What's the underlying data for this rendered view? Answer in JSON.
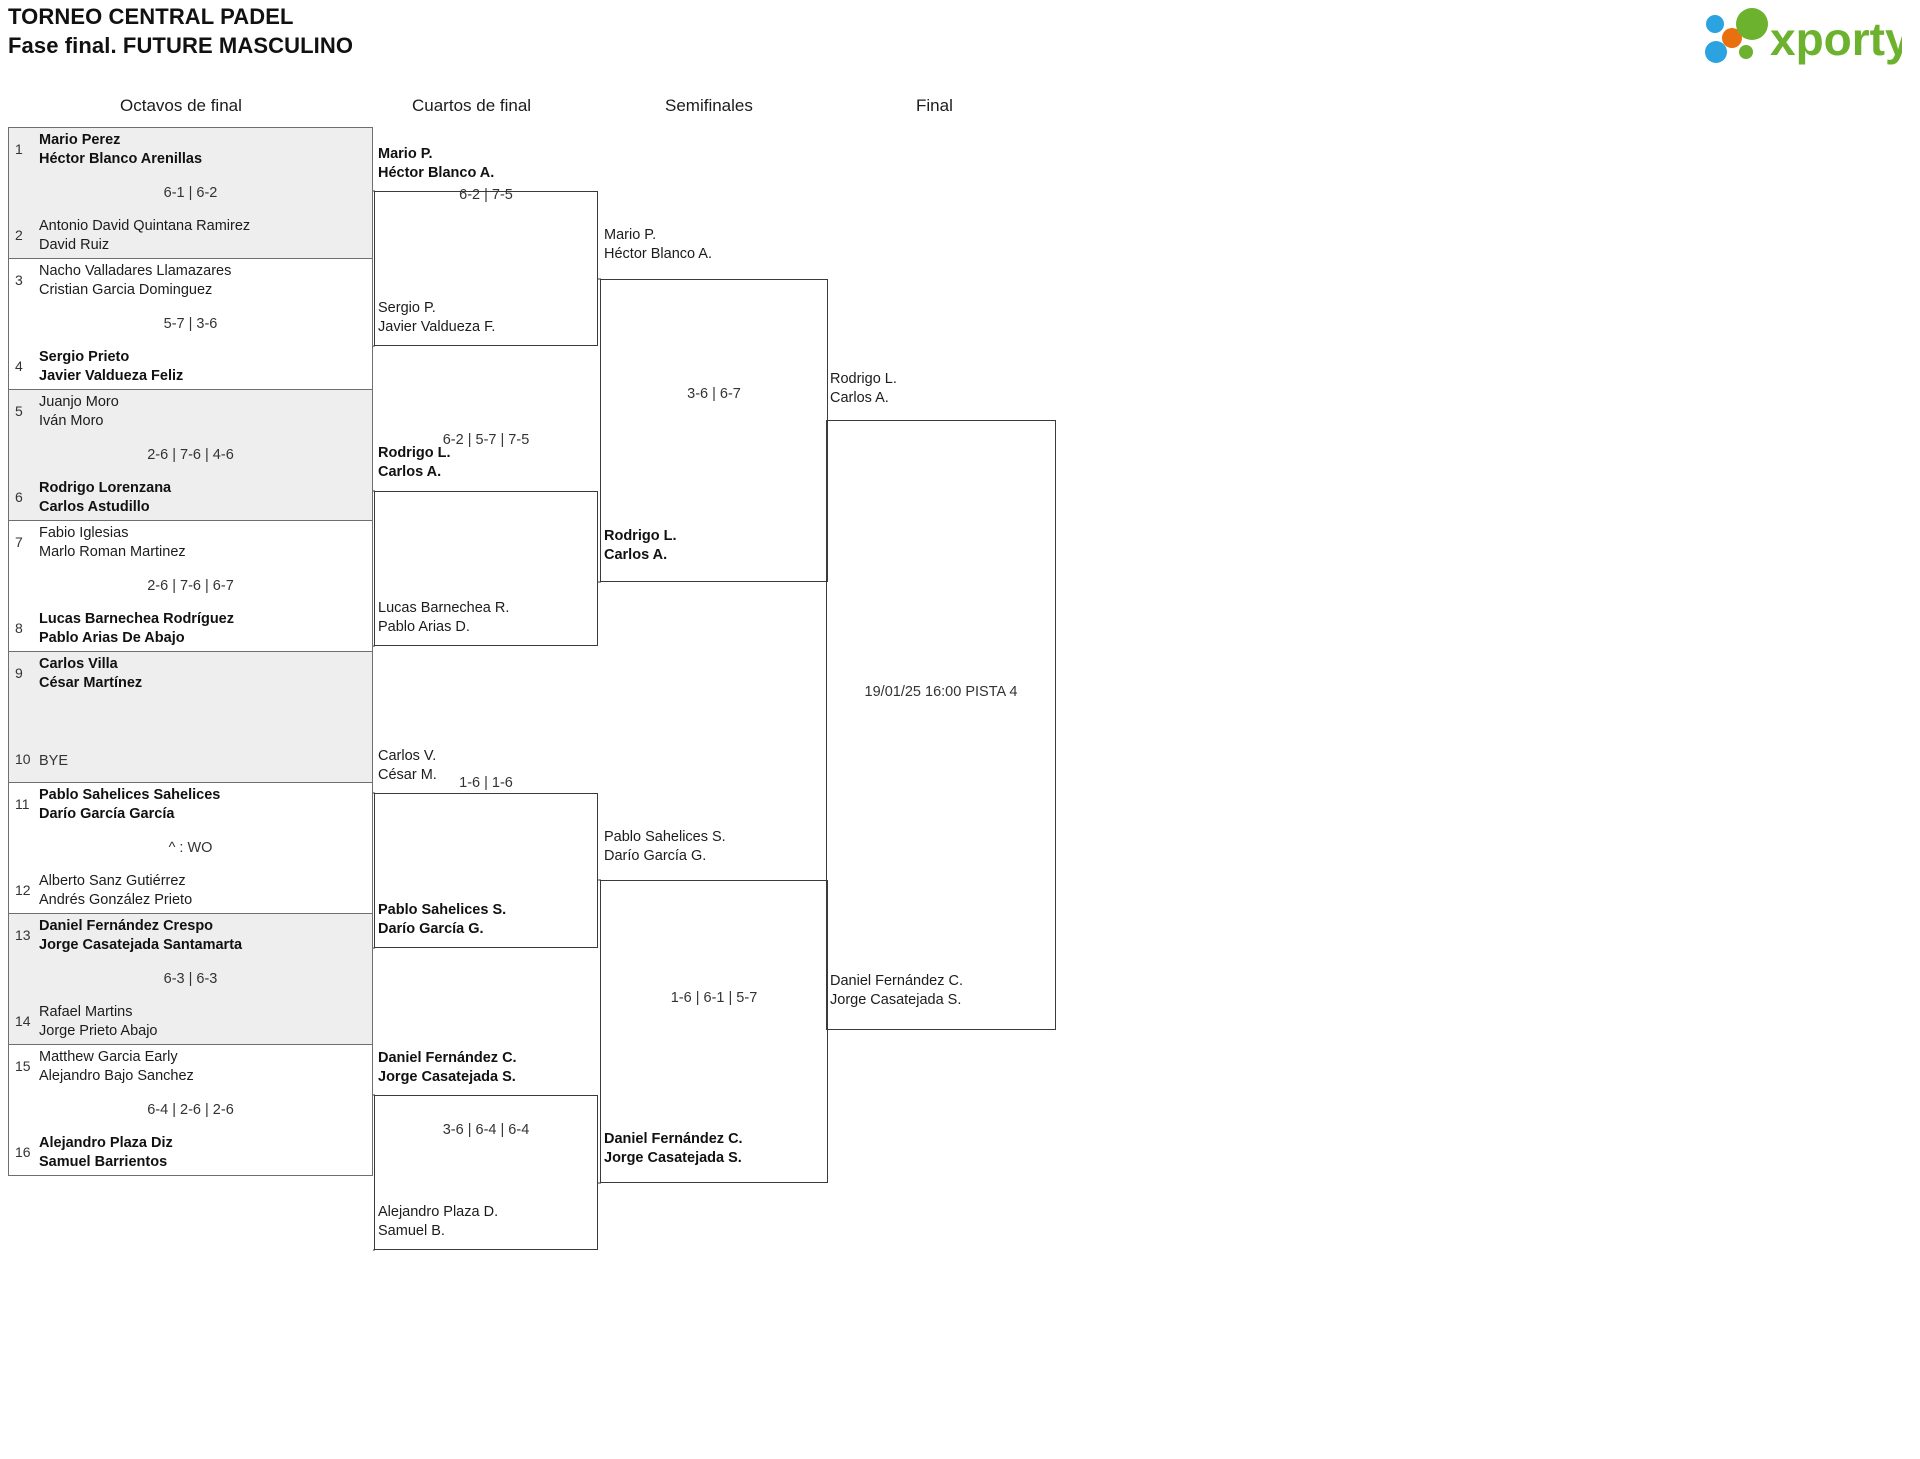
{
  "header": {
    "tournament": "TORNEO CENTRAL PADEL",
    "phase": "Fase final. FUTURE MASCULINO",
    "logo_text": "xporty",
    "logo_colors": {
      "green": "#6cb22e",
      "orange": "#e8700f",
      "blue": "#2ba3e0"
    }
  },
  "rounds": [
    {
      "label": "Octavos de final"
    },
    {
      "label": "Cuartos de final"
    },
    {
      "label": "Semifinales"
    },
    {
      "label": "Final"
    }
  ],
  "round1": {
    "pairs": [
      {
        "top": {
          "seed": "1",
          "p1": "Mario Perez",
          "p2": "Héctor Blanco Arenillas",
          "winner": true
        },
        "score": "6-1 | 6-2",
        "bottom": {
          "seed": "2",
          "p1": "Antonio David Quintana Ramirez",
          "p2": "David Ruiz",
          "winner": false
        }
      },
      {
        "top": {
          "seed": "3",
          "p1": "Nacho Valladares Llamazares",
          "p2": "Cristian Garcia Dominguez",
          "winner": false
        },
        "score": "5-7 | 3-6",
        "bottom": {
          "seed": "4",
          "p1": "Sergio Prieto",
          "p2": "Javier Valdueza Feliz",
          "winner": true
        }
      },
      {
        "top": {
          "seed": "5",
          "p1": "Juanjo Moro",
          "p2": "Iván Moro",
          "winner": false
        },
        "score": "2-6 | 7-6 | 4-6",
        "bottom": {
          "seed": "6",
          "p1": "Rodrigo Lorenzana",
          "p2": "Carlos Astudillo",
          "winner": true
        }
      },
      {
        "top": {
          "seed": "7",
          "p1": "Fabio Iglesias",
          "p2": "Marlo Roman Martinez",
          "winner": false
        },
        "score": "2-6 | 7-6 | 6-7",
        "bottom": {
          "seed": "8",
          "p1": "Lucas Barnechea Rodríguez",
          "p2": "Pablo Arias De Abajo",
          "winner": true
        }
      },
      {
        "top": {
          "seed": "9",
          "p1": "Carlos Villa",
          "p2": "César Martínez",
          "winner": true
        },
        "score": "",
        "bottom": {
          "seed": "10",
          "p1": "BYE",
          "p2": "",
          "winner": false,
          "bye": true
        }
      },
      {
        "top": {
          "seed": "11",
          "p1": "Pablo Sahelices Sahelices",
          "p2": "Darío García García",
          "winner": true
        },
        "score": "^ : WO",
        "bottom": {
          "seed": "12",
          "p1": "Alberto Sanz Gutiérrez",
          "p2": "Andrés González Prieto",
          "winner": false
        }
      },
      {
        "top": {
          "seed": "13",
          "p1": "Daniel Fernández Crespo",
          "p2": "Jorge Casatejada Santamarta",
          "winner": true
        },
        "score": "6-3 | 6-3",
        "bottom": {
          "seed": "14",
          "p1": "Rafael Martins",
          "p2": "Jorge Prieto Abajo",
          "winner": false
        }
      },
      {
        "top": {
          "seed": "15",
          "p1": "Matthew Garcia Early",
          "p2": "Alejandro Bajo Sanchez",
          "winner": false
        },
        "score": "6-4 | 2-6 | 2-6",
        "bottom": {
          "seed": "16",
          "p1": "Alejandro Plaza Diz",
          "p2": "Samuel Barrientos",
          "winner": true
        }
      }
    ]
  },
  "round2": {
    "matches": [
      {
        "top": {
          "p1": "Mario P.",
          "p2": "Héctor Blanco A.",
          "winner": true
        },
        "score": "6-2 | 7-5",
        "bottom": {
          "p1": "Sergio P.",
          "p2": "Javier Valdueza F.",
          "winner": false
        }
      },
      {
        "top": {
          "p1": "Rodrigo L.",
          "p2": "Carlos A.",
          "winner": true
        },
        "score": "6-2 | 5-7 | 7-5",
        "bottom": {
          "p1": "Lucas Barnechea R.",
          "p2": "Pablo Arias D.",
          "winner": false
        }
      },
      {
        "top": {
          "p1": "Carlos V.",
          "p2": "César M.",
          "winner": false
        },
        "score": "1-6 | 1-6",
        "bottom": {
          "p1": "Pablo Sahelices S.",
          "p2": "Darío García G.",
          "winner": true
        }
      },
      {
        "top": {
          "p1": "Daniel Fernández C.",
          "p2": "Jorge Casatejada S.",
          "winner": true
        },
        "score": "3-6 | 6-4 | 6-4",
        "bottom": {
          "p1": "Alejandro Plaza D.",
          "p2": "Samuel B.",
          "winner": false
        }
      }
    ]
  },
  "round3": {
    "matches": [
      {
        "top": {
          "p1": "Mario P.",
          "p2": "Héctor Blanco A.",
          "winner": false
        },
        "score": "3-6 | 6-7",
        "bottom": {
          "p1": "Rodrigo L.",
          "p2": "Carlos A.",
          "winner": true
        }
      },
      {
        "top": {
          "p1": "Pablo Sahelices S.",
          "p2": "Darío García G.",
          "winner": false
        },
        "score": "1-6 | 6-1 | 5-7",
        "bottom": {
          "p1": "Daniel Fernández C.",
          "p2": "Jorge Casatejada S.",
          "winner": true
        }
      }
    ]
  },
  "round4": {
    "match": {
      "top": {
        "p1": "Rodrigo L.",
        "p2": "Carlos A.",
        "winner": false
      },
      "schedule": "19/01/25 16:00 PISTA 4",
      "bottom": {
        "p1": "Daniel Fernández C.",
        "p2": "Jorge Casatejada S.",
        "winner": false
      }
    }
  }
}
